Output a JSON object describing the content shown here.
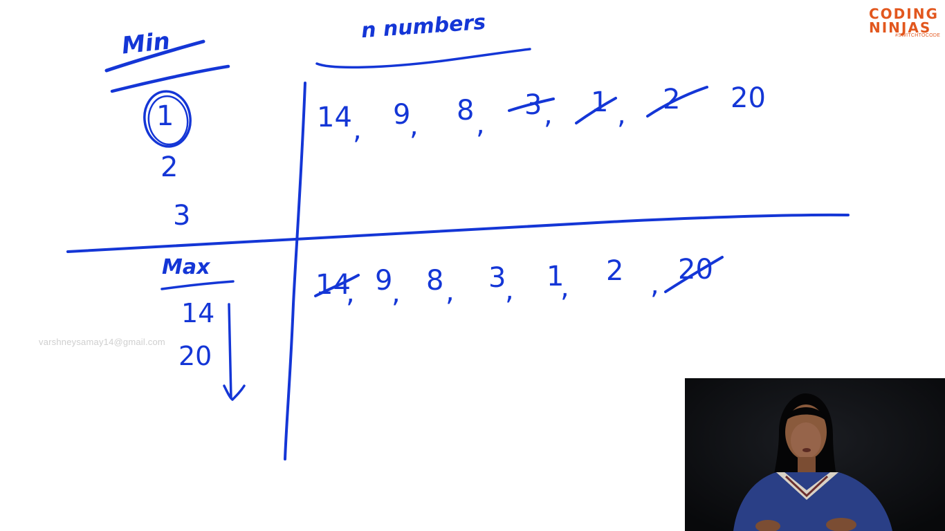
{
  "brand": {
    "line1": "CODING",
    "line2": "NINJAS",
    "tagline": "#SWITCHTOCODE",
    "color": "#e2571e"
  },
  "watermark": "varshneysamay14@gmail.com",
  "ink_color": "#1436d6",
  "board": {
    "title": "n numbers",
    "min_label": "Min",
    "min_values": [
      "1",
      "2",
      "3"
    ],
    "max_label": "Max",
    "max_values": [
      "14",
      "20"
    ],
    "top_row": [
      "14",
      "9",
      "8",
      "3",
      "1",
      "2",
      "20"
    ],
    "bottom_row": [
      "14",
      "9",
      "8",
      "3",
      "1",
      "2",
      "20"
    ],
    "top_row_struck": [
      "3",
      "1",
      "2"
    ],
    "bottom_row_struck": [
      "14",
      "20"
    ]
  },
  "webcam": {
    "icon": "presenter-video-feed"
  }
}
